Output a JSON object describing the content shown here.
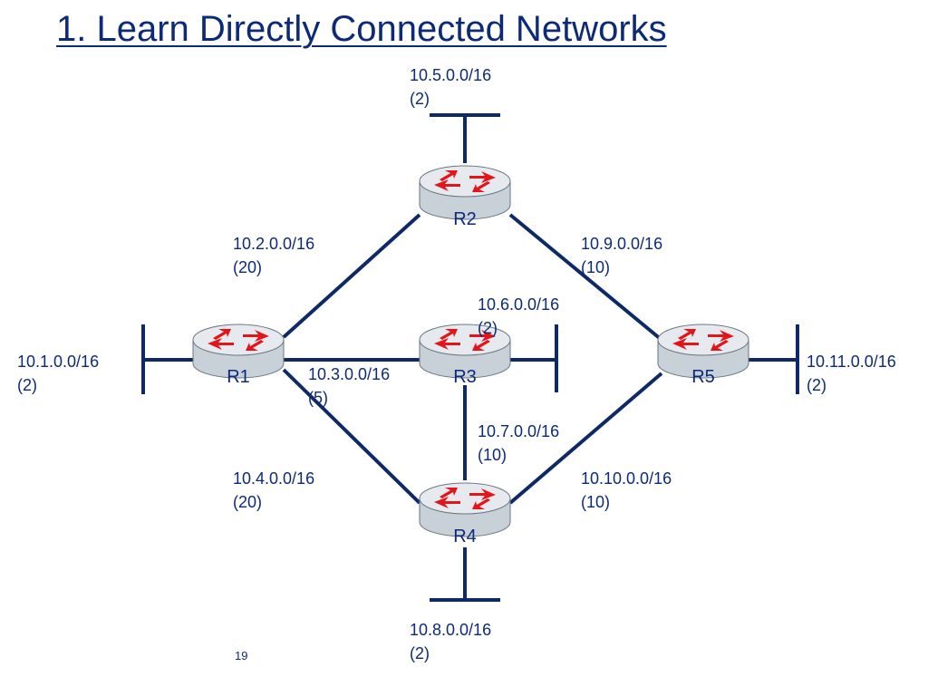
{
  "slide": {
    "title": "1. Learn Directly Connected Networks",
    "page_number": "19"
  },
  "colors": {
    "link": "#0e2a66",
    "label": "#0d2a78",
    "router_body": "#c8d0d8",
    "router_top": "#e6eaee",
    "router_outline": "#6a7682",
    "arrow": "#e3141a"
  },
  "routers": [
    {
      "id": "R1",
      "label": "R1"
    },
    {
      "id": "R2",
      "label": "R2"
    },
    {
      "id": "R3",
      "label": "R3"
    },
    {
      "id": "R4",
      "label": "R4"
    },
    {
      "id": "R5",
      "label": "R5"
    }
  ],
  "networks": [
    {
      "network": "10.1.0.0/16",
      "cost": "(2)"
    },
    {
      "network": "10.2.0.0/16",
      "cost": "(20)"
    },
    {
      "network": "10.3.0.0/16",
      "cost": "(5)"
    },
    {
      "network": "10.4.0.0/16",
      "cost": "(20)"
    },
    {
      "network": "10.5.0.0/16",
      "cost": "(2)"
    },
    {
      "network": "10.6.0.0/16",
      "cost": "(2)"
    },
    {
      "network": "10.7.0.0/16",
      "cost": "(10)"
    },
    {
      "network": "10.8.0.0/16",
      "cost": "(2)"
    },
    {
      "network": "10.9.0.0/16",
      "cost": "(10)"
    },
    {
      "network": "10.10.0.0/16",
      "cost": "(10)"
    },
    {
      "network": "10.11.0.0/16",
      "cost": "(2)"
    }
  ]
}
